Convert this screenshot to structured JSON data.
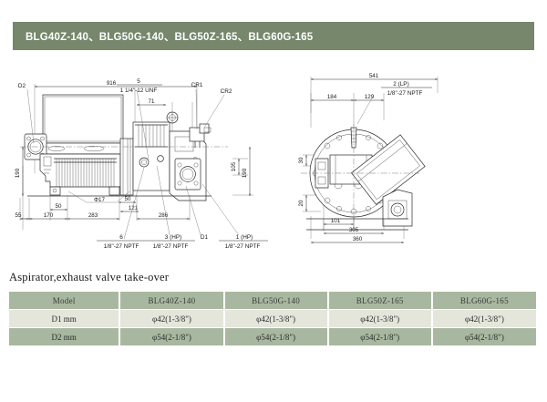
{
  "header": {
    "title": "BLG40Z-140、BLG50G-140、BLG50Z-165、BLG60G-165",
    "banner_color": "#76876c"
  },
  "section": {
    "heading": "Aspirator,exhaust valve take-over"
  },
  "table": {
    "columns": [
      "Model",
      "BLG40Z-140",
      "BLG50G-140",
      "BLG50Z-165",
      "BLG60G-165"
    ],
    "rows": [
      {
        "label": "D1 mm",
        "values": [
          "φ42(1-3/8\")",
          "φ42(1-3/8\")",
          "φ42(1-3/8\")",
          "φ42(1-3/8\")"
        ]
      },
      {
        "label": "D2 mm",
        "values": [
          "φ54(2-1/8\")",
          "φ54(2-1/8\")",
          "φ54(2-1/8\")",
          "φ54(2-1/8\")"
        ]
      }
    ],
    "header_bg": "#a8b8a0",
    "row_light_bg": "#e4e6dc",
    "row_dark_bg": "#a8b8a0"
  },
  "drawing_left": {
    "name": "side-elevation-view",
    "dimensions": {
      "overall_length": "916",
      "height_left": "190",
      "height_right": "190",
      "shaft_height": "105",
      "base_offset": "55",
      "base_a": "170",
      "base_b": "283",
      "base_c": "286",
      "foot_a": "50",
      "foot_b": "50",
      "foot_c": "121",
      "top_small": "71",
      "hole_dia": "Φ17"
    },
    "callouts": {
      "d2": "D2",
      "d1": "D1",
      "cr1": "CR1",
      "cr2": "CR2",
      "port5_num": "5",
      "port5_thread": "1 1/4\"-12 UNF",
      "port6_num": "6",
      "port6_thread": "1/8\"-27 NPTF",
      "port3_num": "3 (HP)",
      "port3_thread": "1/8\"-27 NPTF",
      "port1_num": "1 (HP)",
      "port1_thread": "1/8\"-27 NPTF"
    }
  },
  "drawing_right": {
    "name": "end-elevation-view",
    "dimensions": {
      "overall_width": "541",
      "dim_184": "184",
      "dim_129": "129",
      "dim_30": "30",
      "dim_20": "20",
      "dim_101": "101",
      "dim_305": "305",
      "dim_360": "360"
    },
    "callouts": {
      "port2_num": "2 (LP)",
      "port2_thread": "1/8\"-27 NPTF"
    }
  }
}
